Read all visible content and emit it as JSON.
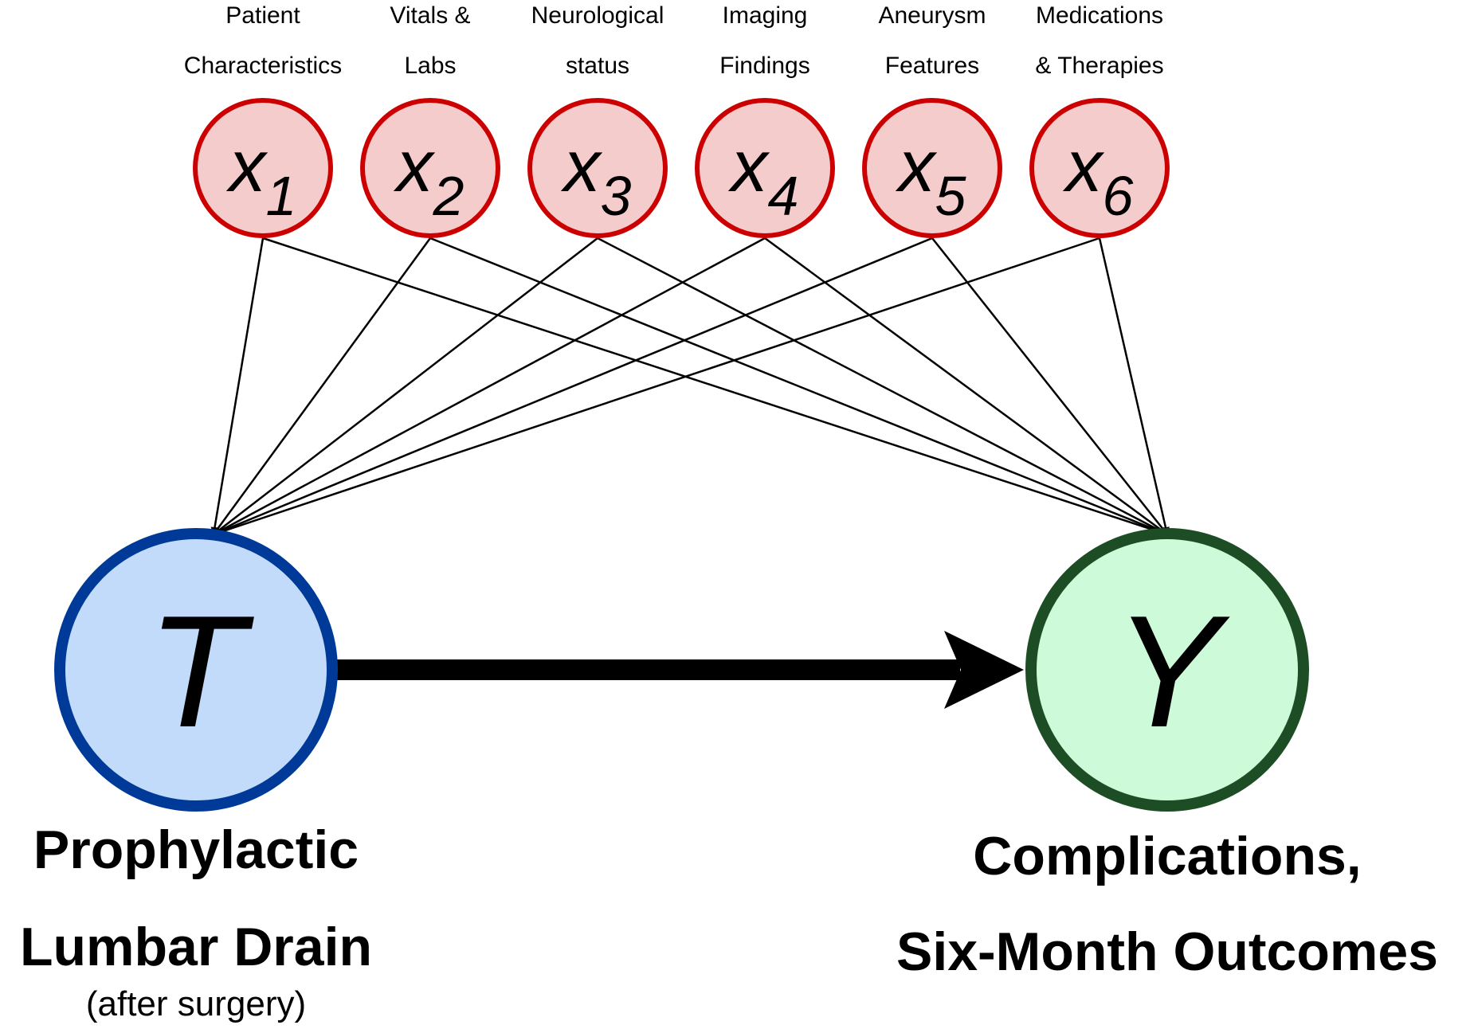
{
  "covariates": [
    {
      "category_line1": "Patient",
      "category_line2": "Characteristics",
      "symbol": "x",
      "subscript": "1"
    },
    {
      "category_line1": "Vitals &",
      "category_line2": "Labs",
      "symbol": "x",
      "subscript": "2"
    },
    {
      "category_line1": "Neurological",
      "category_line2": "status",
      "symbol": "x",
      "subscript": "3"
    },
    {
      "category_line1": "Imaging",
      "category_line2": "Findings",
      "symbol": "x",
      "subscript": "4"
    },
    {
      "category_line1": "Aneurysm",
      "category_line2": "Features",
      "symbol": "x",
      "subscript": "5"
    },
    {
      "category_line1": "Medications",
      "category_line2": "& Therapies",
      "symbol": "x",
      "subscript": "6"
    }
  ],
  "treatment": {
    "symbol": "T",
    "label_line1": "Prophylactic",
    "label_line2": "Lumbar Drain",
    "label_line3": "(after surgery)"
  },
  "outcome": {
    "symbol": "Y",
    "label_line1": "Complications,",
    "label_line2": "Six-Month Outcomes"
  },
  "colors": {
    "covariate_fill": "#f4cccc",
    "covariate_stroke": "#cc0000",
    "treatment_fill": "#c3dbfa",
    "treatment_stroke": "#003a99",
    "outcome_fill": "#cdfad8",
    "outcome_stroke": "#1d4d24",
    "arrow": "#000000"
  }
}
